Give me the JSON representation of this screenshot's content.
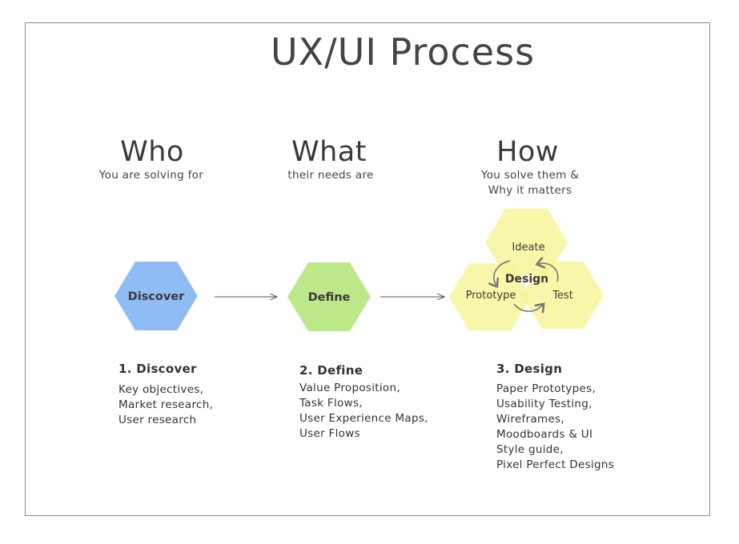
{
  "title": "UX/UI Process",
  "columns": [
    {
      "heading": "Who",
      "subtitle_lines": [
        "You are solving for"
      ]
    },
    {
      "heading": "What",
      "subtitle_lines": [
        "their needs are"
      ]
    },
    {
      "heading": "How",
      "subtitle_lines": [
        "You solve them &",
        "Why it matters"
      ]
    }
  ],
  "hexagons": {
    "discover": {
      "label": "Discover",
      "color": "#8fbcf4"
    },
    "define": {
      "label": "Define",
      "color": "#bde88a"
    },
    "design_cluster": {
      "color": "#f7f59a",
      "center_label": "Design",
      "ideate": "Ideate",
      "prototype": "Prototype",
      "test": "Test"
    }
  },
  "steps": [
    {
      "title": "1. Discover",
      "items": [
        "Key objectives,",
        "Market research,",
        "User research"
      ]
    },
    {
      "title": "2. Define",
      "items": [
        "Value Proposition,",
        "Task Flows,",
        "User Experience Maps,",
        "User Flows"
      ]
    },
    {
      "title": "3. Design",
      "items": [
        "Paper Prototypes,",
        "Usability Testing,",
        "Wireframes,",
        "Moodboards & UI",
        "Style guide,",
        "Pixel Perfect Designs"
      ]
    }
  ]
}
